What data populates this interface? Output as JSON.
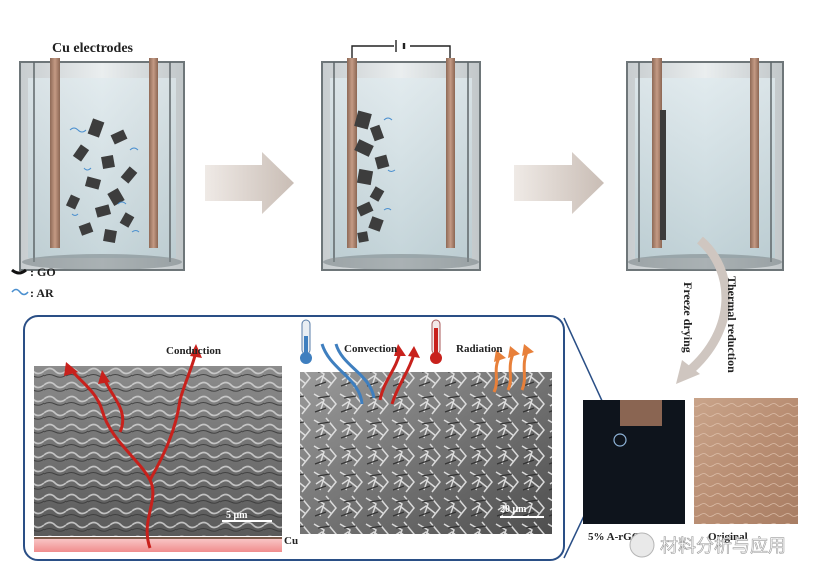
{
  "labels": {
    "cu_electrodes": "Cu electrodes",
    "go_legend": ": GO",
    "ar_legend": ": AR",
    "freeze_drying": "Freeze drying",
    "thermal_reduction": "Thermal reduction",
    "conduction": "Conduction",
    "convection": "Convection",
    "radiation": "Radiation",
    "scale_left": "5 μm",
    "scale_right": "20 μm",
    "cu_substrate": "Cu",
    "sample_left": "5% A-rGO",
    "sample_right": "Original",
    "watermark": "材料分析与应用"
  },
  "colors": {
    "electrode": "#b68a73",
    "water": "#c9dde2",
    "arrow_gray": "#d8cec8",
    "conduction_arrow": "#c8211c",
    "convection_blue": "#3f7fbf",
    "radiation_orange": "#e8803a",
    "panel_border": "#2a4f86",
    "substrate_pink": "#f4a5a5"
  }
}
